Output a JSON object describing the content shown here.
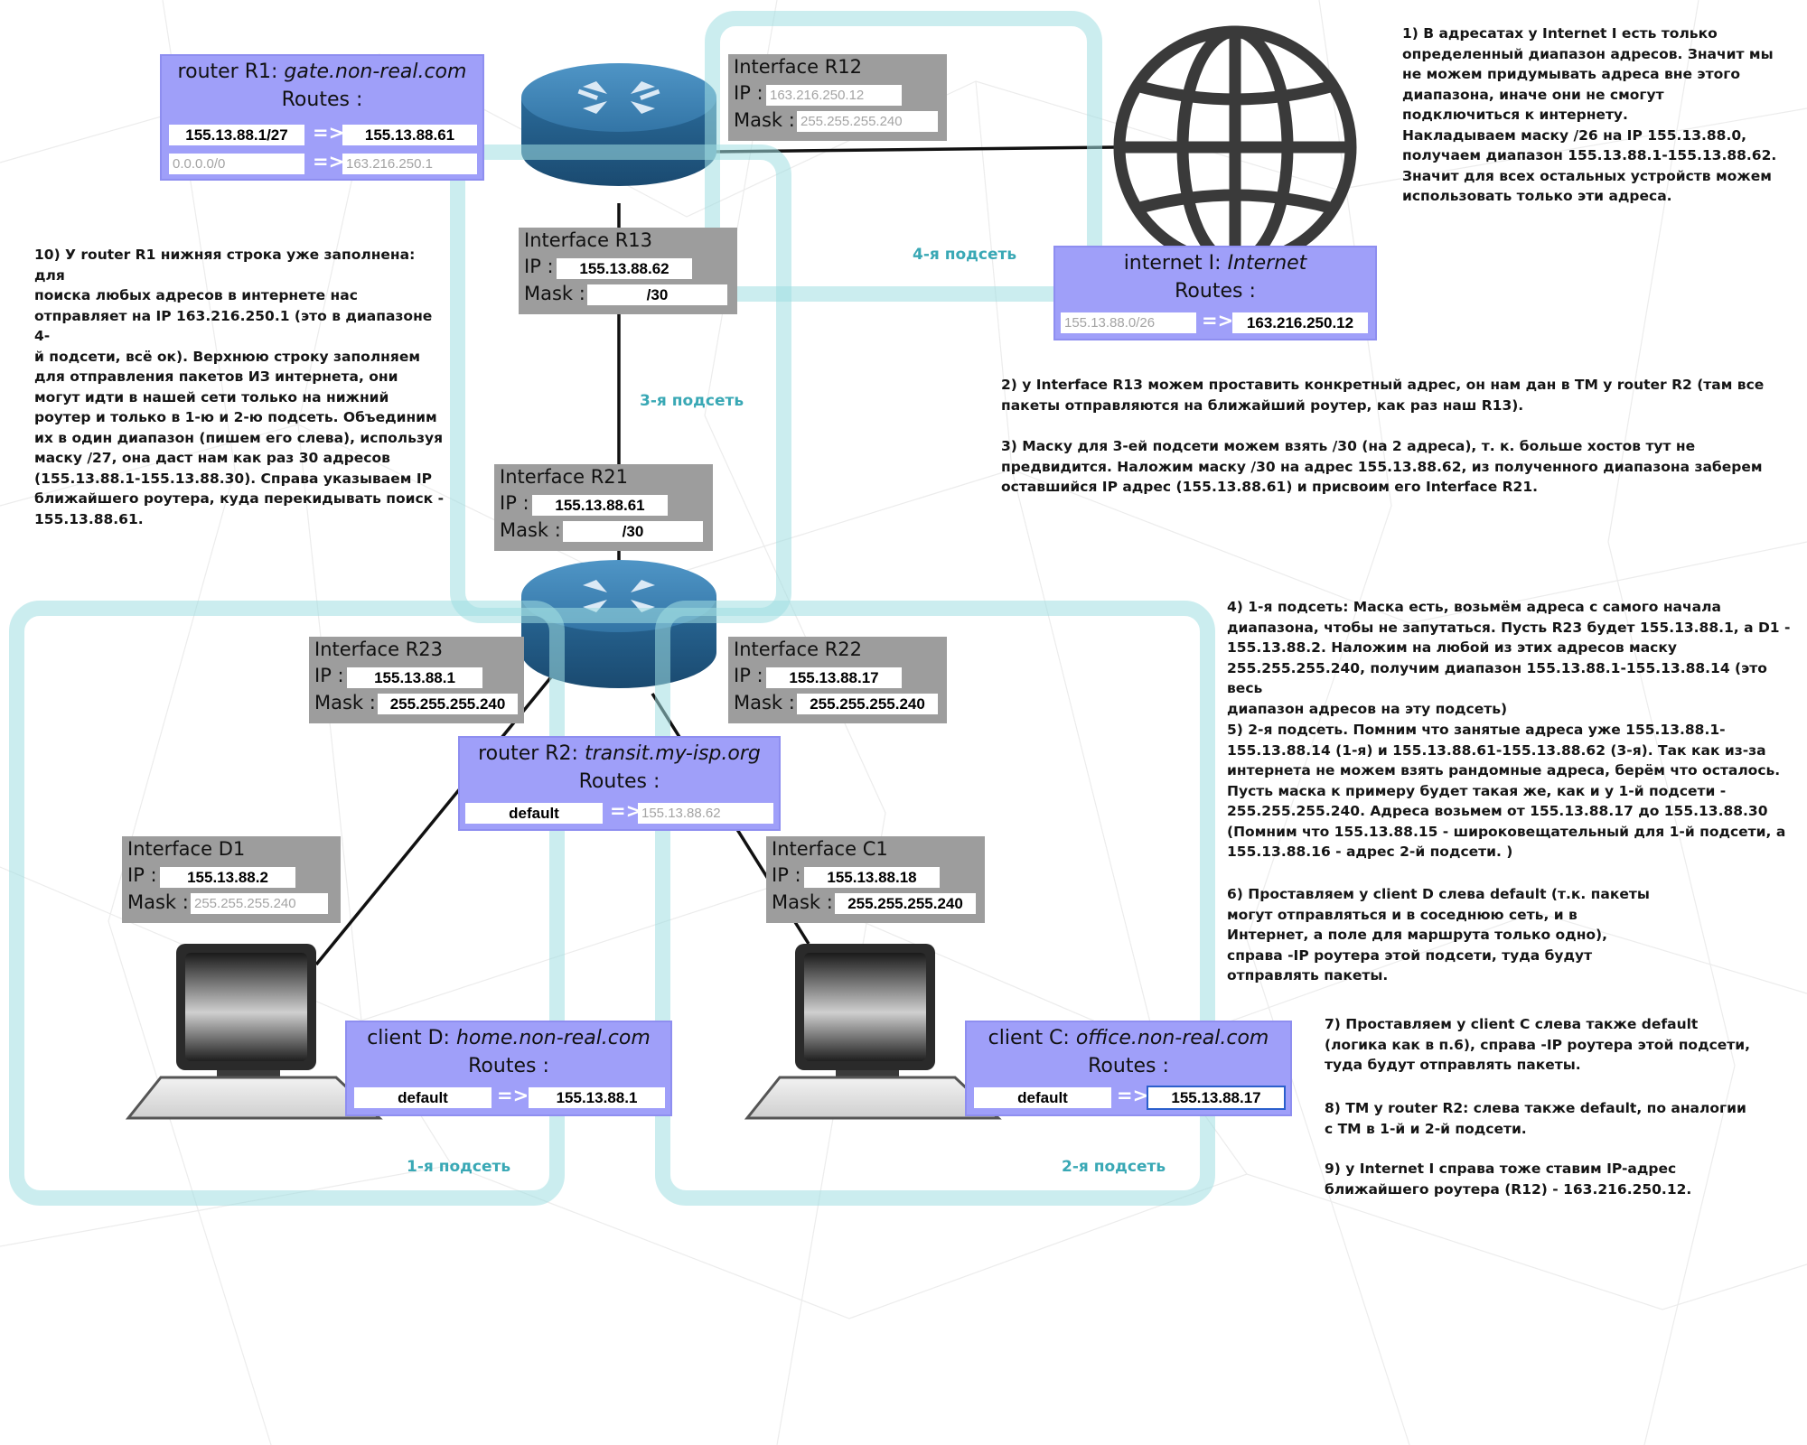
{
  "colors": {
    "subnet_zone": "#a0dee2",
    "zone_label": "#39a8b5",
    "router_box": "#9f9ff9",
    "interface_box": "#9d9d9d",
    "router_body": "#2b6d9c"
  },
  "subnets": {
    "s1": "1-я подсеть",
    "s2": "2-я подсеть",
    "s3": "3-я подсеть",
    "s4": "4-я подсеть"
  },
  "interfaces": {
    "R12": {
      "title": "Interface R12",
      "ip_label": "IP :",
      "mask_label": "Mask :",
      "ip": "",
      "ip_placeholder": "163.216.250.12",
      "mask": "",
      "mask_placeholder": "255.255.255.240"
    },
    "R13": {
      "title": "Interface R13",
      "ip_label": "IP :",
      "mask_label": "Mask :",
      "ip": "155.13.88.62",
      "mask": "/30"
    },
    "R21": {
      "title": "Interface R21",
      "ip_label": "IP :",
      "mask_label": "Mask :",
      "ip": "155.13.88.61",
      "mask": "/30"
    },
    "R23": {
      "title": "Interface R23",
      "ip_label": "IP :",
      "mask_label": "Mask :",
      "ip": "155.13.88.1",
      "mask": "255.255.255.240"
    },
    "R22": {
      "title": "Interface R22",
      "ip_label": "IP :",
      "mask_label": "Mask :",
      "ip": "155.13.88.17",
      "mask": "255.255.255.240"
    },
    "D1": {
      "title": "Interface D1",
      "ip_label": "IP :",
      "mask_label": "Mask :",
      "ip": "155.13.88.2",
      "mask": "",
      "mask_placeholder": "255.255.255.240"
    },
    "C1": {
      "title": "Interface C1",
      "ip_label": "IP :",
      "mask_label": "Mask :",
      "ip": "155.13.88.18",
      "mask": "255.255.255.240"
    }
  },
  "routers": {
    "R1": {
      "title_prefix": "router R1:",
      "host": "gate.non-real.com",
      "routes_label": "Routes :",
      "routes": [
        {
          "dest": "155.13.88.1/27",
          "arrow": "=>",
          "gateway": "155.13.88.61"
        },
        {
          "dest": "",
          "dest_placeholder": "0.0.0.0/0",
          "arrow": "=>",
          "gateway": "",
          "gateway_placeholder": "163.216.250.1"
        }
      ]
    },
    "R2": {
      "title_prefix": "router R2:",
      "host": "transit.my-isp.org",
      "routes_label": "Routes :",
      "routes": [
        {
          "dest": "default",
          "arrow": "=>",
          "gateway": "",
          "gateway_placeholder": "155.13.88.62"
        }
      ]
    },
    "I": {
      "title_prefix": "internet I:",
      "host": "Internet",
      "routes_label": "Routes :",
      "routes": [
        {
          "dest": "",
          "dest_placeholder": "155.13.88.0/26",
          "arrow": "=>",
          "gateway": "163.216.250.12"
        }
      ]
    },
    "D": {
      "title_prefix": "client D:",
      "host": "home.non-real.com",
      "routes_label": "Routes :",
      "routes": [
        {
          "dest": "default",
          "arrow": "=>",
          "gateway": "155.13.88.1"
        }
      ]
    },
    "C": {
      "title_prefix": "client C:",
      "host": "office.non-real.com",
      "routes_label": "Routes :",
      "routes": [
        {
          "dest": "default",
          "arrow": "=>",
          "gateway": "155.13.88.17"
        }
      ]
    }
  },
  "notes": {
    "n1": "1) В адресатах у Internet I есть только\nопределенный диапазон адресов. Значит мы\nне можем придумывать адреса вне этого\nдиапазона, иначе они не смогут\nподключиться к интернету.\nНакладываем маску /26 на IP 155.13.88.0,\nполучаем диапазон 155.13.88.1-155.13.88.62.\nЗначит для всех остальных устройств можем\nиспользовать только эти адреса.",
    "n2": "2) у Interface R13 можем проставить конкретный адрес, он нам дан в ТМ у router R2 (там все\nпакеты отправляются на ближайший роутер, как раз наш R13).",
    "n3": "3) Маску для 3-ей подсети можем взять /30 (на 2 адреса), т. к. больше хостов тут не\nпредвидится. Наложим маску /30 на адрес 155.13.88.62, из полученного диапазона заберем\nоставшийся IP адрес (155.13.88.61) и присвоим его Interface R21.",
    "n4": "4) 1-я подсеть: Маска есть, возьмём адреса с самого начала\nдиапазона, чтобы не запутаться. Пусть R23 будет 155.13.88.1, а D1 -\n155.13.88.2. Наложим на любой из этих адресов маску\n255.255.255.240, получим диапазон 155.13.88.1-155.13.88.14 (это весь\nдиапазон адресов на эту подсеть)",
    "n5": "5) 2-я подсеть. Помним что занятые адреса уже 155.13.88.1-\n155.13.88.14 (1-я) и 155.13.88.61-155.13.88.62 (3-я). Так как из-за\nинтернета не можем взять рандомные адреса, берём что осталось.\nПусть маска к примеру будет такая же, как и у 1-й подсети -\n255.255.255.240. Адреса возьмем от 155.13.88.17 до 155.13.88.30\n(Помним что 155.13.88.15 - широковещательный для 1-й подсети, а\n155.13.88.16 - адрес 2-й подсети. )",
    "n6": "6) Проставляем у client D слева default (т.к. пакеты\nмогут отправляться и в соседнюю сеть, и в\nИнтернет, а поле для маршрута только одно),\nсправа -IP роутера этой подсети, туда будут\nотправлять пакеты.",
    "n7": "7) Проставляем у client C слева также  default\n(логика как в п.6), справа -IP роутера этой подсети,\nтуда будут отправлять пакеты.",
    "n8": "8) ТМ у router R2: слева также default, по аналогии\nс ТМ в 1-й и 2-й подсети.",
    "n9": "9) у Internet I справа тоже ставим IP-адрес\nближайшего роутера (R12) - 163.216.250.12.",
    "n10": "10) У router R1 нижняя строка уже заполнена: для\nпоиска любых адресов в интернете нас\nотправляет на IP 163.216.250.1 (это в диапазоне 4-\nй подсети, всё ок). Верхнюю строку заполняем\nдля отправления пакетов ИЗ интернета, они\nмогут идти в нашей сети только на нижний\nроутер и только в 1-ю и 2-ю подсеть. Объединим\nих в один диапазон (пишем его слева), используя\nмаску /27, она даст нам как раз 30 адресов\n(155.13.88.1-155.13.88.30). Справа указываем IP\nближайшего роутера, куда перекидывать поиск -\n155.13.88.61."
  }
}
